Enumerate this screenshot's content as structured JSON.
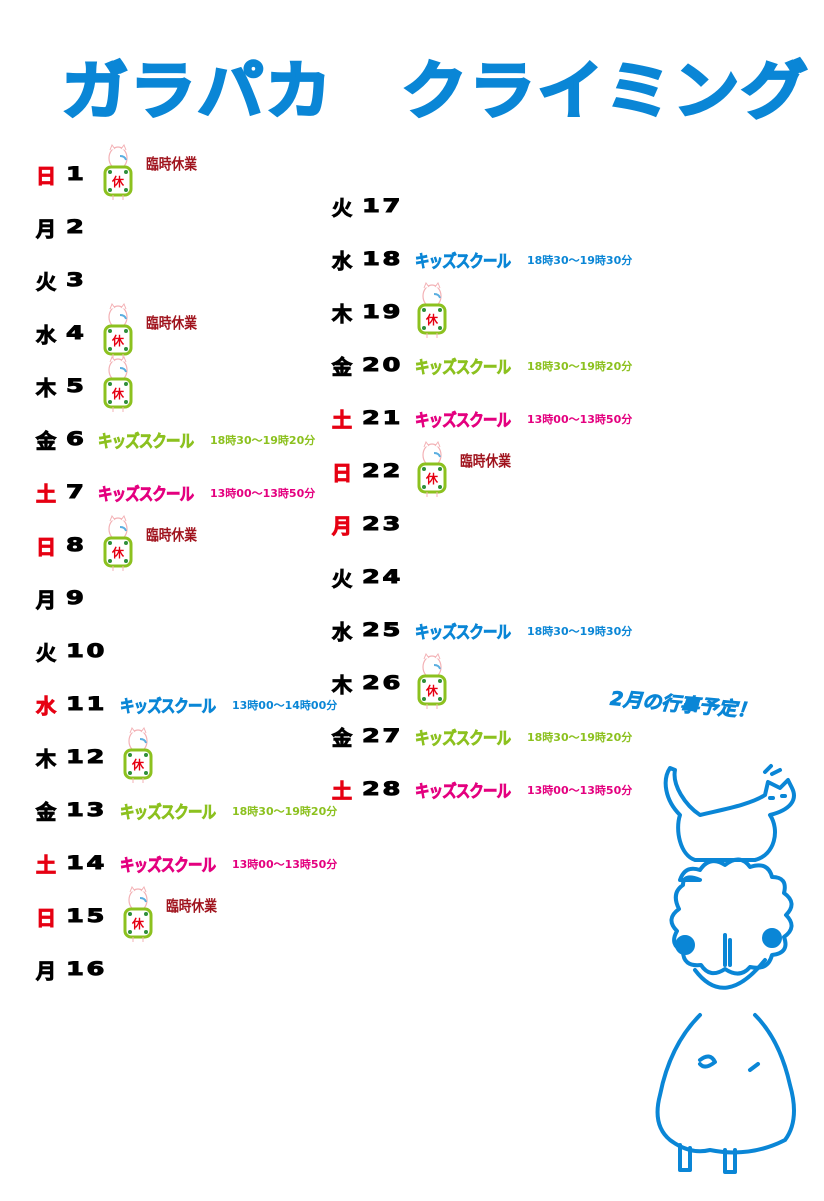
{
  "title": "ガラパカ　クライミング",
  "slogan": "2月の行事予定！",
  "labels": {
    "kids_school": "キッズスクール",
    "closed": "臨時休業"
  },
  "colors": {
    "blue": "#0a86d6",
    "green": "#8cc11f",
    "pink": "#e4007f",
    "red": "#e60012",
    "closed": "#a0141e"
  },
  "days": [
    {
      "wd": "日",
      "d": "1",
      "wdColor": "red",
      "ev": "closed"
    },
    {
      "wd": "月",
      "d": "2"
    },
    {
      "wd": "火",
      "d": "3"
    },
    {
      "wd": "水",
      "d": "4",
      "ev": "closed"
    },
    {
      "wd": "木",
      "d": "5",
      "ev": "rest"
    },
    {
      "wd": "金",
      "d": "6",
      "ev": "kids",
      "kc": "green",
      "time": "18時30～19時20分"
    },
    {
      "wd": "土",
      "d": "7",
      "wdColor": "red",
      "ev": "kids",
      "kc": "pink",
      "time": "13時00～13時50分"
    },
    {
      "wd": "日",
      "d": "8",
      "wdColor": "red",
      "ev": "closed"
    },
    {
      "wd": "月",
      "d": "9"
    },
    {
      "wd": "火",
      "d": "10"
    },
    {
      "wd": "水",
      "d": "11",
      "wdColor": "red",
      "ev": "kids",
      "kc": "blue",
      "time": "13時00～14時00分"
    },
    {
      "wd": "木",
      "d": "12",
      "ev": "rest"
    },
    {
      "wd": "金",
      "d": "13",
      "ev": "kids",
      "kc": "green",
      "time": "18時30～19時20分"
    },
    {
      "wd": "土",
      "d": "14",
      "wdColor": "red",
      "ev": "kids",
      "kc": "pink",
      "time": "13時00～13時50分"
    },
    {
      "wd": "日",
      "d": "15",
      "wdColor": "red",
      "ev": "closed"
    },
    {
      "wd": "月",
      "d": "16"
    },
    {
      "wd": "火",
      "d": "17"
    },
    {
      "wd": "水",
      "d": "18",
      "ev": "kids",
      "kc": "blue",
      "time": "18時30～19時30分"
    },
    {
      "wd": "木",
      "d": "19",
      "ev": "rest"
    },
    {
      "wd": "金",
      "d": "20",
      "ev": "kids",
      "kc": "green",
      "time": "18時30～19時20分"
    },
    {
      "wd": "土",
      "d": "21",
      "wdColor": "red",
      "ev": "kids",
      "kc": "pink",
      "time": "13時00～13時50分"
    },
    {
      "wd": "日",
      "d": "22",
      "wdColor": "red",
      "ev": "closed"
    },
    {
      "wd": "月",
      "d": "23",
      "wdColor": "red"
    },
    {
      "wd": "火",
      "d": "24"
    },
    {
      "wd": "水",
      "d": "25",
      "ev": "kids",
      "kc": "blue",
      "time": "18時30～19時30分"
    },
    {
      "wd": "木",
      "d": "26",
      "ev": "rest"
    },
    {
      "wd": "金",
      "d": "27",
      "ev": "kids",
      "kc": "green",
      "time": "18時30～19時20分"
    },
    {
      "wd": "土",
      "d": "28",
      "wdColor": "red",
      "ev": "kids",
      "kc": "pink",
      "time": "13時00～13時50分"
    }
  ]
}
